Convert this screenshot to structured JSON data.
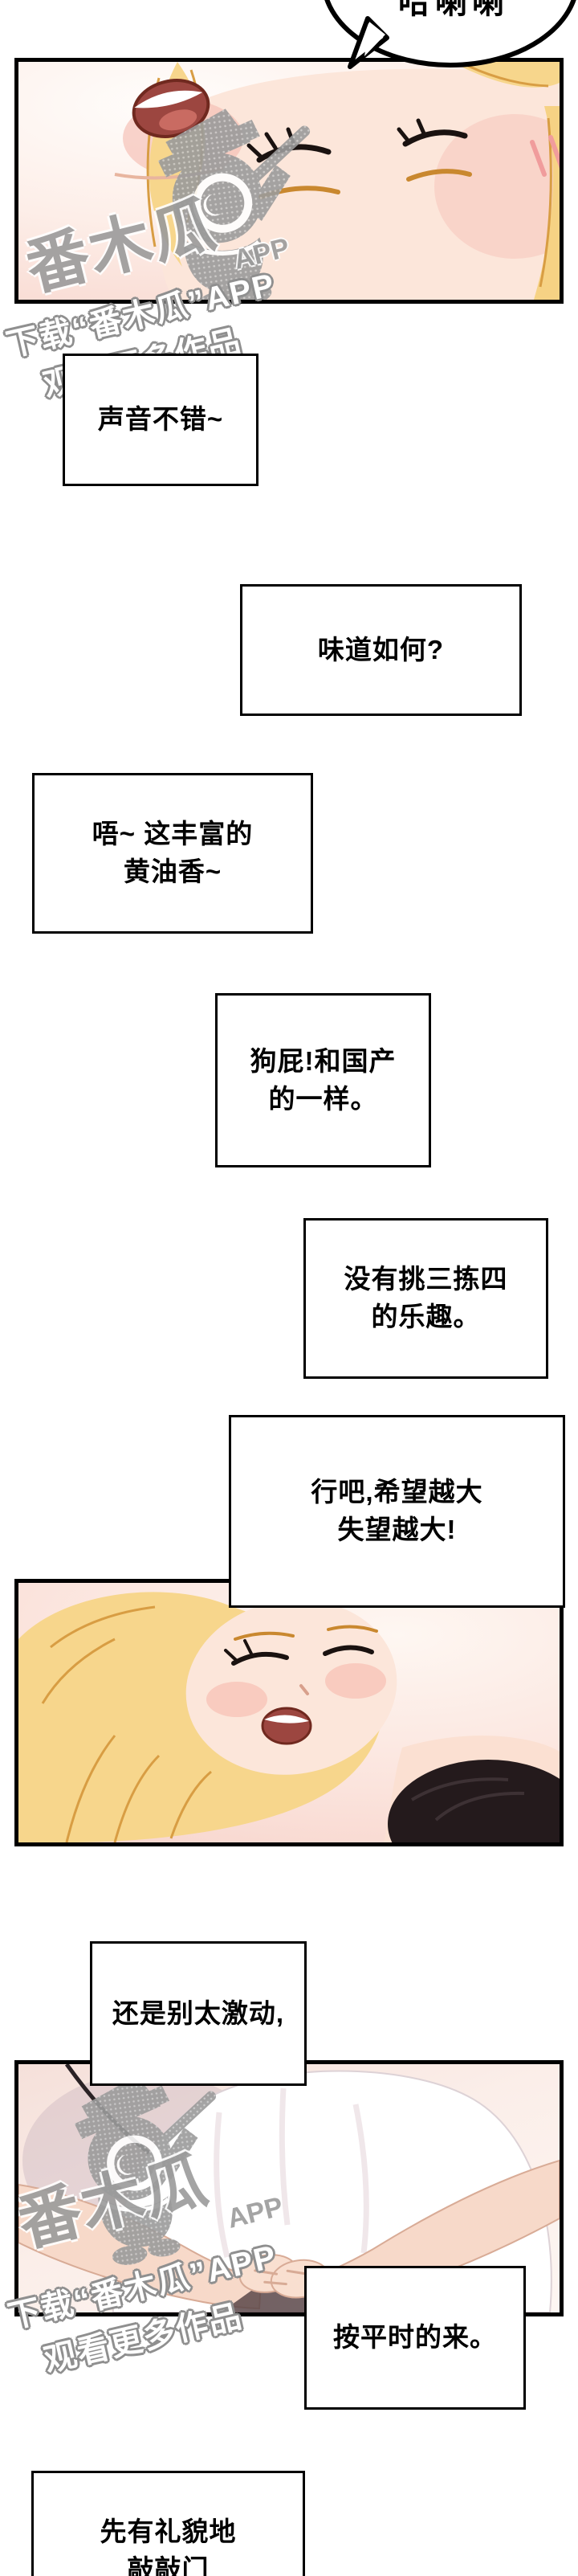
{
  "page_type": "comic-webtoon-page",
  "bubble": {
    "sfx": "哈喇喇"
  },
  "watermark": {
    "logo": "番木瓜",
    "app": "APP",
    "line1": "下载“番木瓜”APP",
    "line2": "观看更多作品",
    "gray": "#9b9b9b"
  },
  "boxes": {
    "b1": {
      "text": "声音不错~"
    },
    "b2": {
      "text": "味道如何?"
    },
    "b3": {
      "text": "唔~ 这丰富的\n黄油香~"
    },
    "b4": {
      "text": "狗屁!和国产\n的一样。"
    },
    "b5": {
      "text": "没有挑三拣四\n的乐趣。"
    },
    "b6": {
      "text": "行吧,希望越大\n失望越大!"
    },
    "b7": {
      "text": "还是别太激动,"
    },
    "b8": {
      "text": "按平时的来。"
    },
    "b9": {
      "text": "先有礼貌地\n敲敲门"
    }
  },
  "colors": {
    "panel_pink": "#f7d2c9",
    "skin": "#fce6da",
    "hair_gold": "#f7d68c",
    "hair_line": "#d89d43",
    "mouth": "#9c4640",
    "dark_hair": "#241a1c",
    "border": "#000000"
  }
}
